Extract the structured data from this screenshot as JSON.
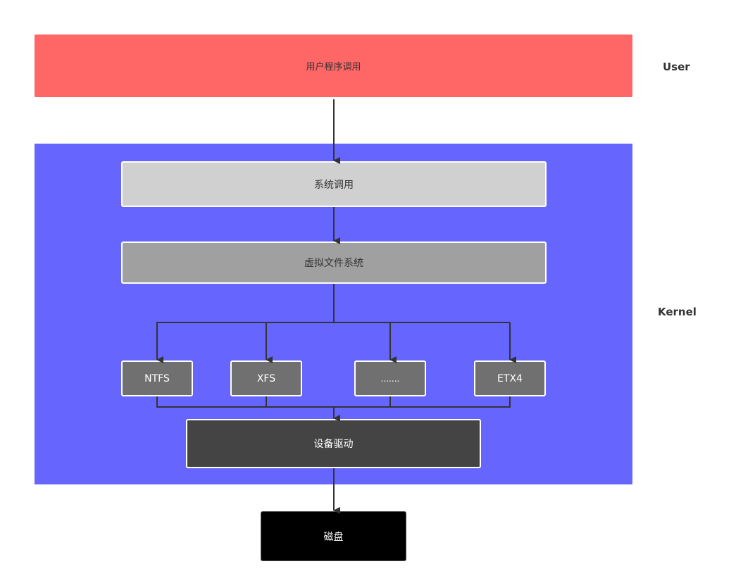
{
  "layers": {
    "user_label": "User",
    "kernel_label": "Kernel"
  },
  "nodes": {
    "user_call": "用户程序调用",
    "syscall": "系统调用",
    "vfs": "虚拟文件系统",
    "filesystems": [
      "NTFS",
      "XFS",
      ".......",
      "ETX4"
    ],
    "driver": "设备驱动",
    "disk": "磁盘"
  },
  "colors": {
    "user_band": "#ff6666",
    "kernel_band": "#6666ff",
    "syscall_fill": "#d0d0d0",
    "vfs_fill": "#a0a0a0",
    "fs_fill": "#707070",
    "driver_fill": "#444444",
    "disk_fill": "#000000",
    "connector": "#333333"
  }
}
